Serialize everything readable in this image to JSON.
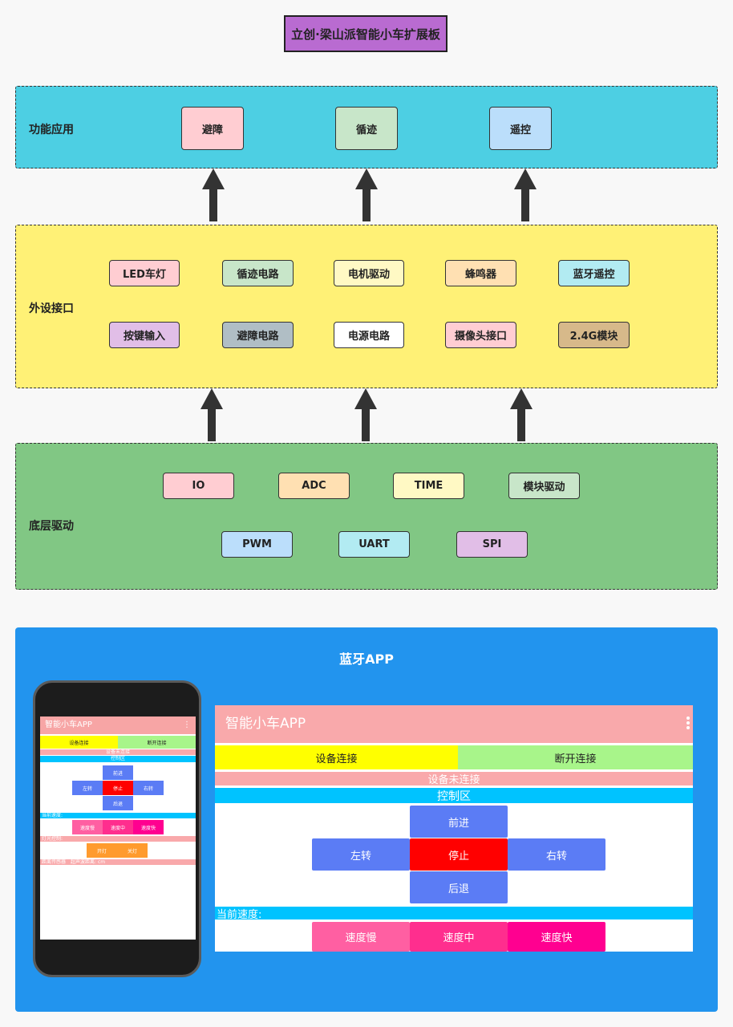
{
  "title": "立创·梁山派智能小车扩展板",
  "layers": {
    "app": {
      "label": "功能应用",
      "items": [
        "避障",
        "循迹",
        "遥控"
      ]
    },
    "peripheral": {
      "label": "外设接口",
      "row1": [
        "LED车灯",
        "循迹电路",
        "电机驱动",
        "蜂鸣器",
        "蓝牙遥控"
      ],
      "row2": [
        "按键输入",
        "避障电路",
        "电源电路",
        "摄像头接口",
        "2.4G模块"
      ]
    },
    "driver": {
      "label": "底层驱动",
      "row1": [
        "IO",
        "ADC",
        "TIME",
        "模块驱动"
      ],
      "row2": [
        "PWM",
        "UART",
        "SPI"
      ]
    }
  },
  "bluetooth_app": {
    "section_title": "蓝牙APP",
    "app_name": "智能小车APP",
    "connect": "设备连接",
    "disconnect": "断开连接",
    "status": "设备未连接",
    "control_area": "控制区",
    "forward": "前进",
    "left": "左转",
    "stop": "停止",
    "right": "右转",
    "back": "后退",
    "current_speed": "当前速度:",
    "speed_slow": "速度慢",
    "speed_mid": "速度中",
    "speed_fast": "速度快",
    "phone": {
      "light_label": "灯光控制:",
      "light_on": "开灯",
      "light_off": "关灯",
      "distance_label": "距离传感器",
      "distance_value": "超声波距离:   cm"
    }
  },
  "colors": {
    "layer_app": "#4dcfe3",
    "layer_peripheral": "#fff176",
    "layer_driver": "#81c784",
    "title": "#b96bd1",
    "panel": "#2294ee"
  }
}
